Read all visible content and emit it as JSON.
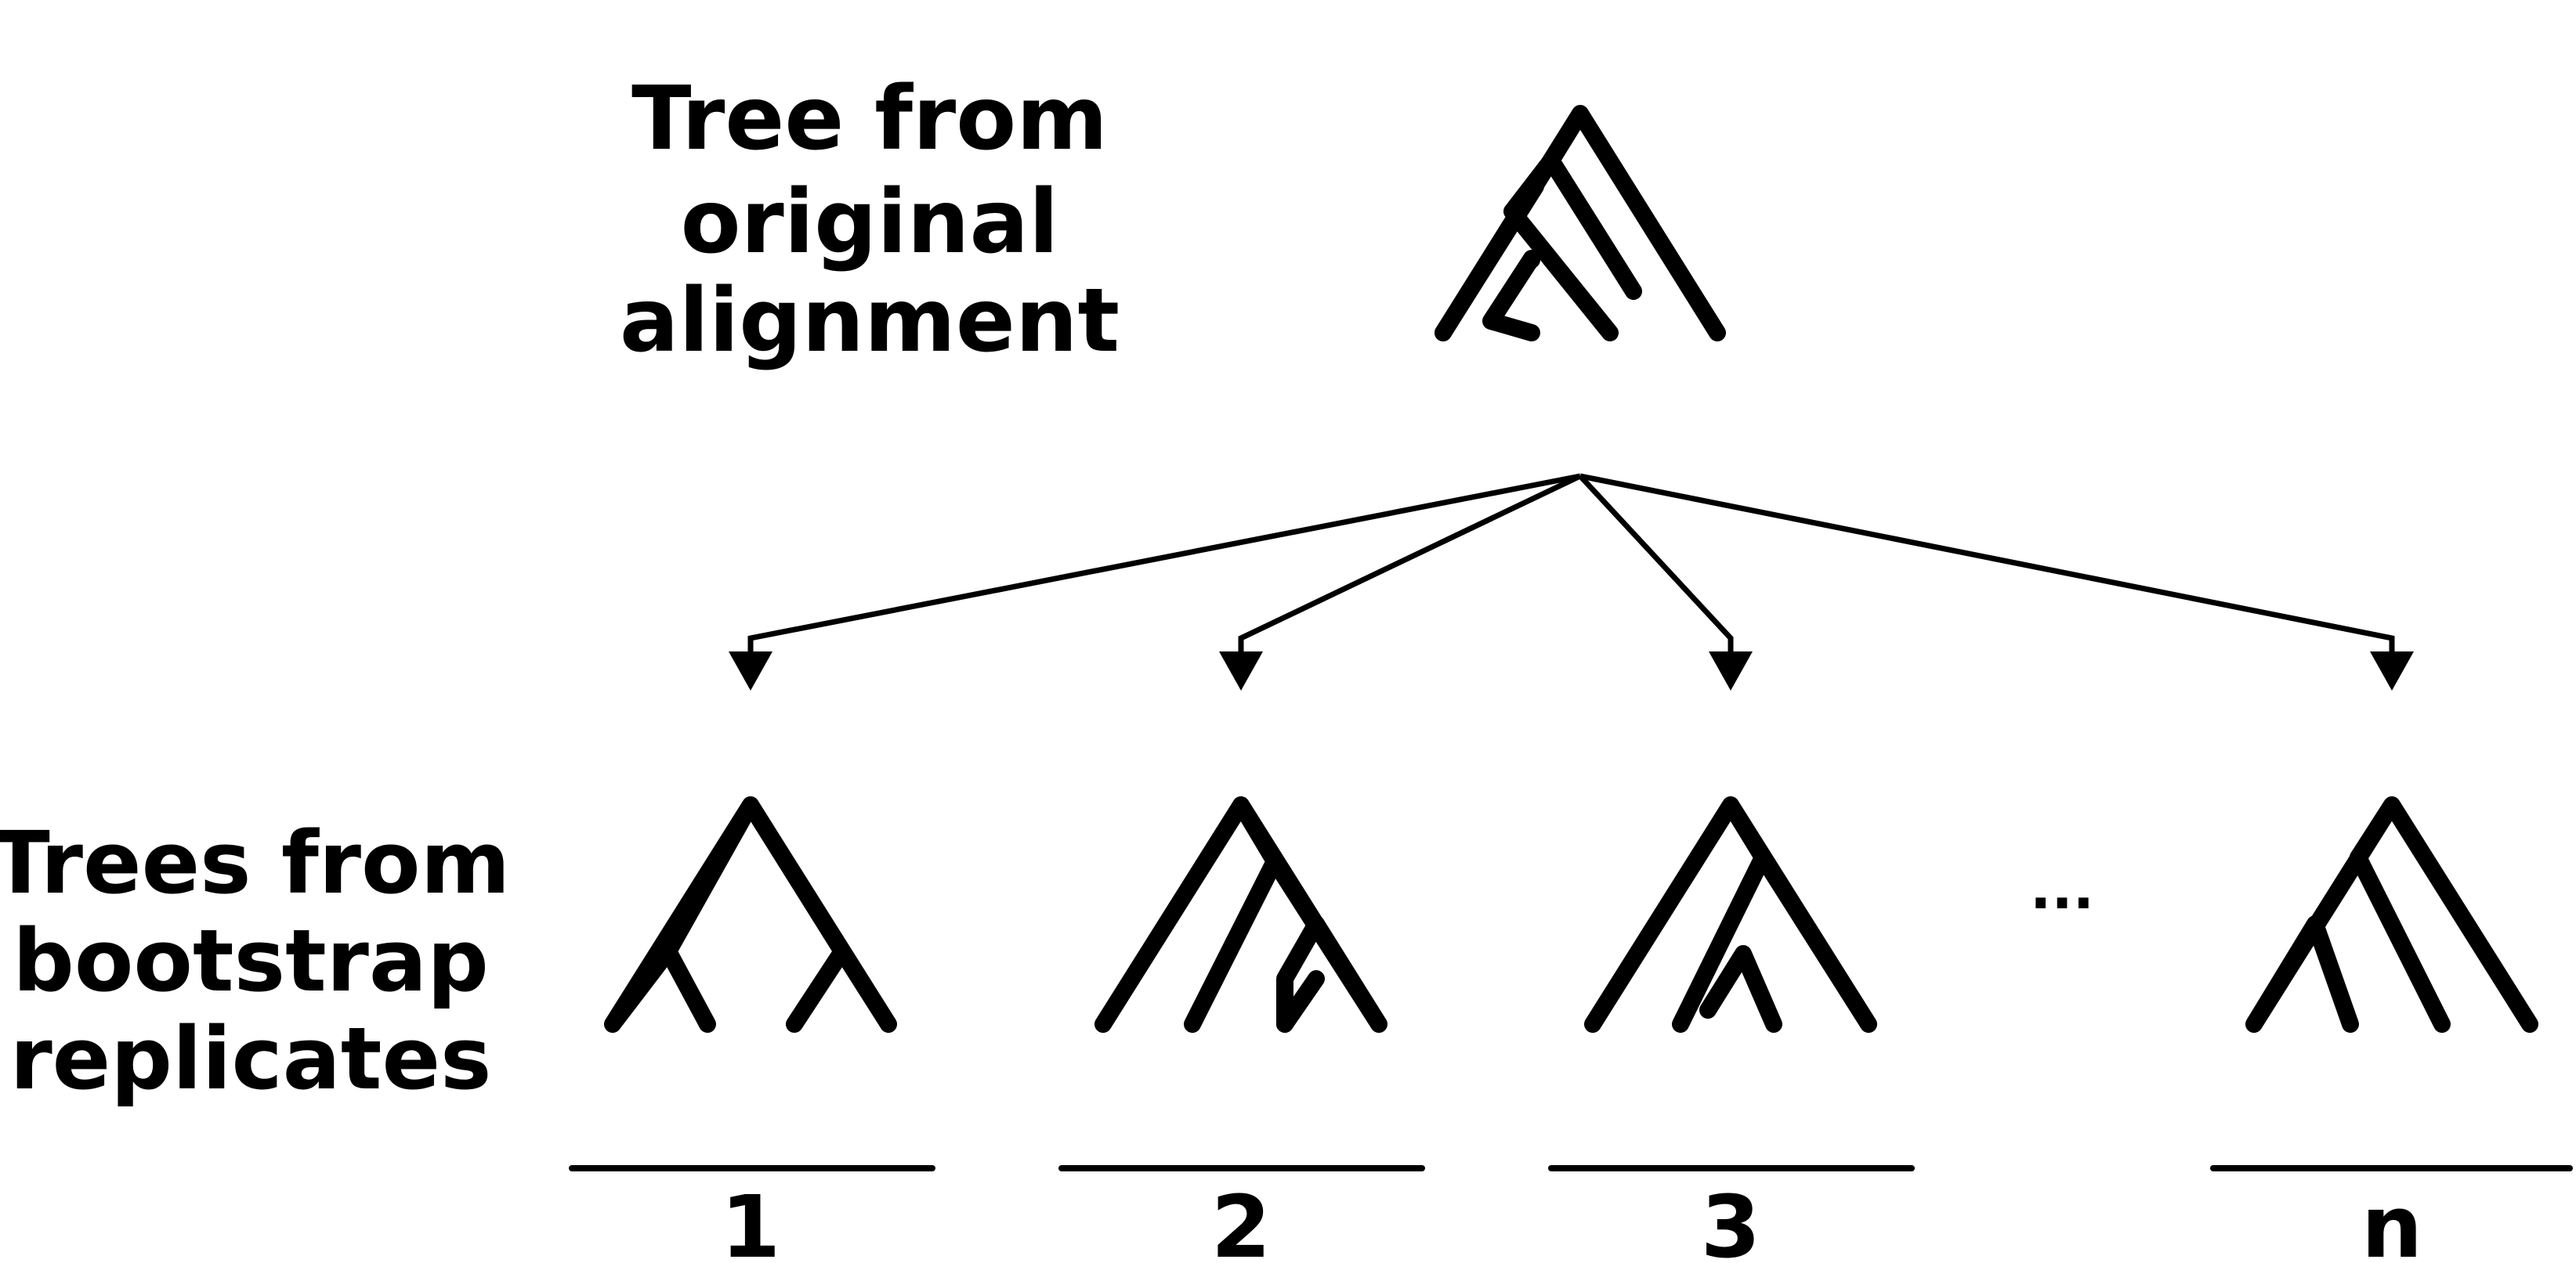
{
  "original_tree_label": [
    "Tree from",
    "original",
    "alignment"
  ],
  "bootstrap_label": [
    "Trees from",
    "bootstrap",
    "replicates"
  ],
  "ellipsis": "...",
  "replicate_labels": [
    "1",
    "2",
    "3",
    "n"
  ],
  "colors": {
    "ink": "#000000",
    "background": "#ffffff"
  }
}
